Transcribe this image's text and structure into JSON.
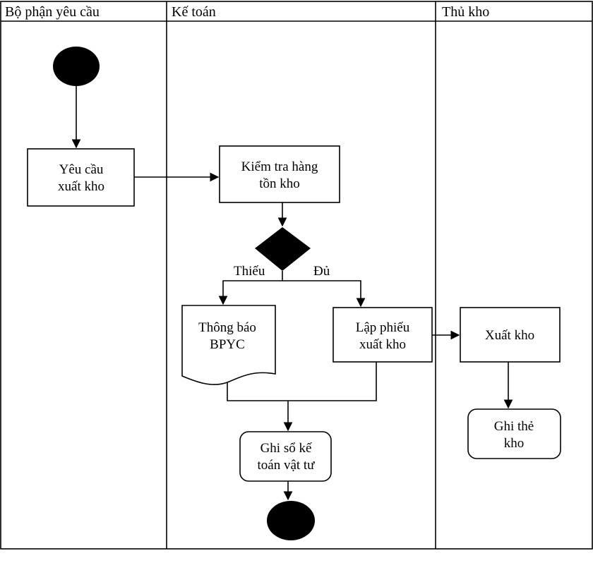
{
  "lanes": {
    "requester": "Bộ phận yêu cầu",
    "accounting": "Kế toán",
    "warehouse": "Thủ kho"
  },
  "nodes": {
    "request_line1": "Yêu cầu",
    "request_line2": "xuất kho",
    "check_line1": "Kiểm tra hàng",
    "check_line2": "tồn kho",
    "notify_line1": "Thông báo",
    "notify_line2": "BPYC",
    "issue_slip_line1": "Lập phiếu",
    "issue_slip_line2": "xuất kho",
    "ledger_line1": "Ghi sổ kế",
    "ledger_line2": "toán vật tư",
    "export_line1": "Xuất kho",
    "card_line1": "Ghi thẻ",
    "card_line2": "kho"
  },
  "branches": {
    "insufficient": "Thiếu",
    "sufficient": "Đủ"
  }
}
